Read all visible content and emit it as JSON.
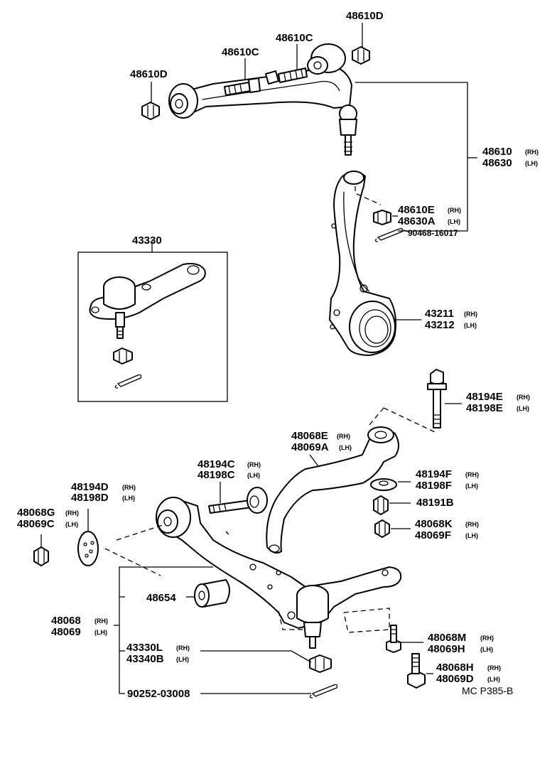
{
  "side": {
    "rh": "(RH)",
    "lh": "(LH)"
  },
  "labels": {
    "p48610D_top": "48610D",
    "p48610C_right": "48610C",
    "p48610C_left": "48610C",
    "p48610D_left": "48610D",
    "p48610": "48610",
    "p48630": "48630",
    "p48610E": "48610E",
    "p48630A": "48630A",
    "p90468": "90468-16017",
    "p43330": "43330",
    "p43211": "43211",
    "p43212": "43212",
    "p48194E": "48194E",
    "p48198E": "48198E",
    "p48068E": "48068E",
    "p48069A": "48069A",
    "p48194C": "48194C",
    "p48198C": "48198C",
    "p48194F": "48194F",
    "p48198F": "48198F",
    "p48194D": "48194D",
    "p48198D": "48198D",
    "p48191B": "48191B",
    "p48068G": "48068G",
    "p48069C": "48069C",
    "p48068K": "48068K",
    "p48069F": "48069F",
    "p48654": "48654",
    "p48068": "48068",
    "p48069": "48069",
    "p48068M": "48068M",
    "p48069H": "48069H",
    "p43330L": "43330L",
    "p43340B": "43340B",
    "p48068H": "48068H",
    "p48069D": "48069D",
    "p90252": "90252-03008",
    "ref": "MC P385-B"
  }
}
